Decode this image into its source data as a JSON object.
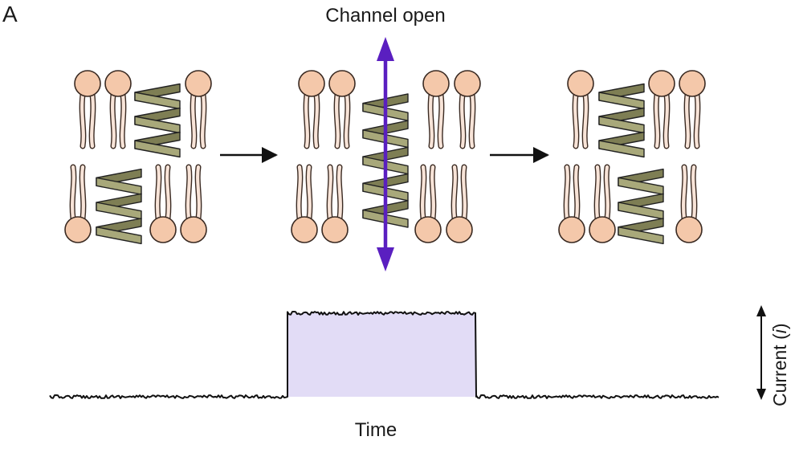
{
  "panel_letter": "A",
  "title": "Channel open",
  "x_label": "Time",
  "y_label": {
    "text": "Current (",
    "italic": "i",
    "close": ")"
  },
  "colors": {
    "lipid_head": "#f4c8aa",
    "lipid_tail": "#f8e4d8",
    "helix": "#a8a87a",
    "helix_dark": "#7e7e54",
    "ion_arrow": "#5a1fc0",
    "open_fill": "#e2dcf6",
    "trace": "#111111"
  },
  "states": [
    "closed",
    "open",
    "closed"
  ],
  "trace": {
    "closed_level": 0,
    "open_level": 1
  }
}
